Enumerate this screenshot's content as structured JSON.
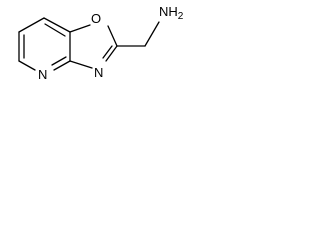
{
  "molecule": {
    "atoms": [
      {
        "id": "n_pyridine",
        "symbol": "N"
      },
      {
        "id": "n_oxazole",
        "symbol": "N"
      },
      {
        "id": "o_oxazole",
        "symbol": "O"
      },
      {
        "id": "nh2_amine",
        "symbol": "NH2"
      }
    ],
    "labels": {
      "n_pyridine": "N",
      "n_oxazole": "N",
      "o_oxazole": "O",
      "amine_main": "NH",
      "amine_sub": "2"
    }
  }
}
